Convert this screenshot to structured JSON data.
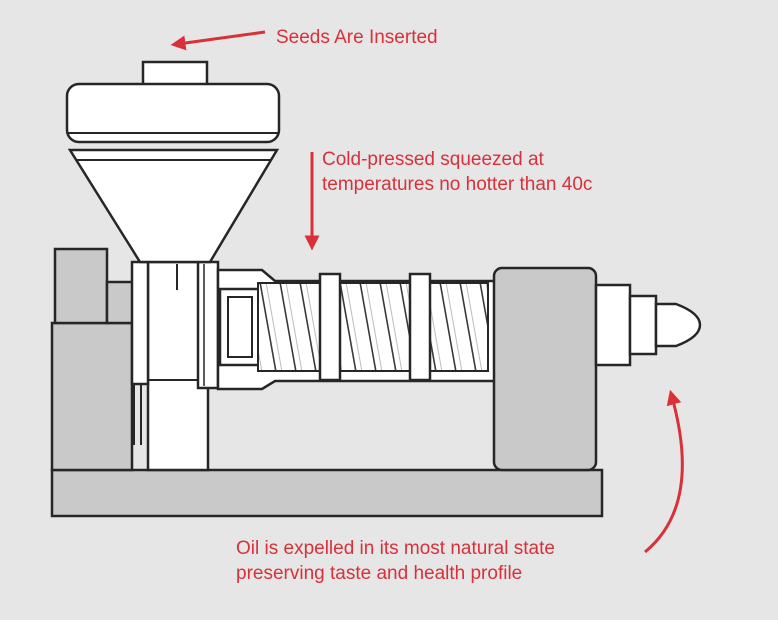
{
  "colors": {
    "background": "#e6e6e6",
    "outline": "#262626",
    "machine_fill": "#ffffff",
    "shade_fill": "#c9c9c9",
    "annotation": "#d9313a"
  },
  "annotations": {
    "seeds_inserted": "Seeds Are Inserted",
    "cold_pressed_line1": "Cold-pressed squeezed at",
    "cold_pressed_line2": "temperatures no hotter than 40c",
    "oil_expelled_line1": "Oil is expelled in its most natural state",
    "oil_expelled_line2": "preserving taste and health profile"
  }
}
